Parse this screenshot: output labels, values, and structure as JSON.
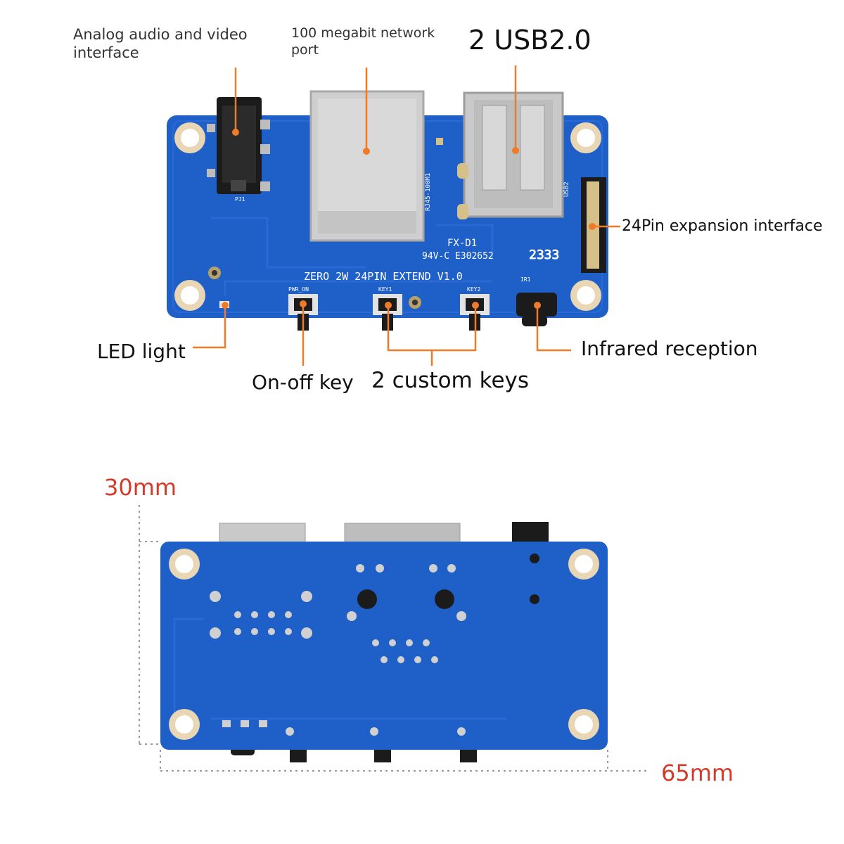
{
  "top_view": {
    "labels": {
      "audio_video": "Analog audio and video\ninterface",
      "network": "100 megabit network\nport",
      "usb": "2 USB2.0",
      "expansion": "24Pin expansion interface",
      "led": "LED light",
      "power_key": "On-off key",
      "custom_keys": "2 custom keys",
      "infrared": "Infrared reception"
    },
    "silkscreen": {
      "board_name": "ZERO 2W 24PIN EXTEND V1.0",
      "fx": "FX-D1",
      "ul": "94V-C E302652",
      "date_code": "2333",
      "rj45": "RJ45-100M1",
      "usb_ref": "USB2",
      "pwr_on": "PWR_ON",
      "key1": "KEY1",
      "key2": "KEY2",
      "ir": "IR1",
      "pj": "PJ1"
    }
  },
  "bottom_view": {
    "height_dim": "30mm",
    "width_dim": "65mm"
  },
  "colors": {
    "pcb_blue": "#1f5fc8",
    "pcb_dark": "#1a4fae",
    "leader_orange": "#ef7a28",
    "dim_red": "#d33a2a",
    "hole_ring": "#e8d6b4"
  }
}
